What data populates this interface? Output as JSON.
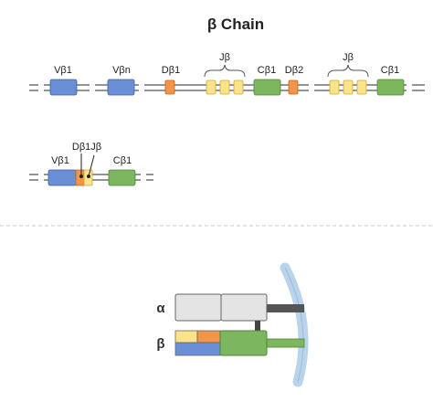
{
  "title": "β Chain",
  "germline": {
    "labels": {
      "vb1": "Vβ1",
      "vbn": "Vβn",
      "db1": "Dβ1",
      "jb_group1": "Jβ",
      "cb1_a": "Cβ1",
      "db2": "Dβ2",
      "jb_group2": "Jβ",
      "cb1_b": "Cβ1"
    }
  },
  "rearranged": {
    "labels": {
      "vb1": "Vβ1",
      "dj": "Dβ1Jβ",
      "cb1": "Cβ1"
    }
  },
  "receptor": {
    "alpha_label": "α",
    "beta_label": "β"
  },
  "colors": {
    "v_segment": "#6a8fd6",
    "d_segment": "#f0954a",
    "j_segment": "#fbe38c",
    "c_segment": "#7cb65e",
    "alpha_chain": "#e4e4e4",
    "membrane": "#b9d3ea"
  }
}
